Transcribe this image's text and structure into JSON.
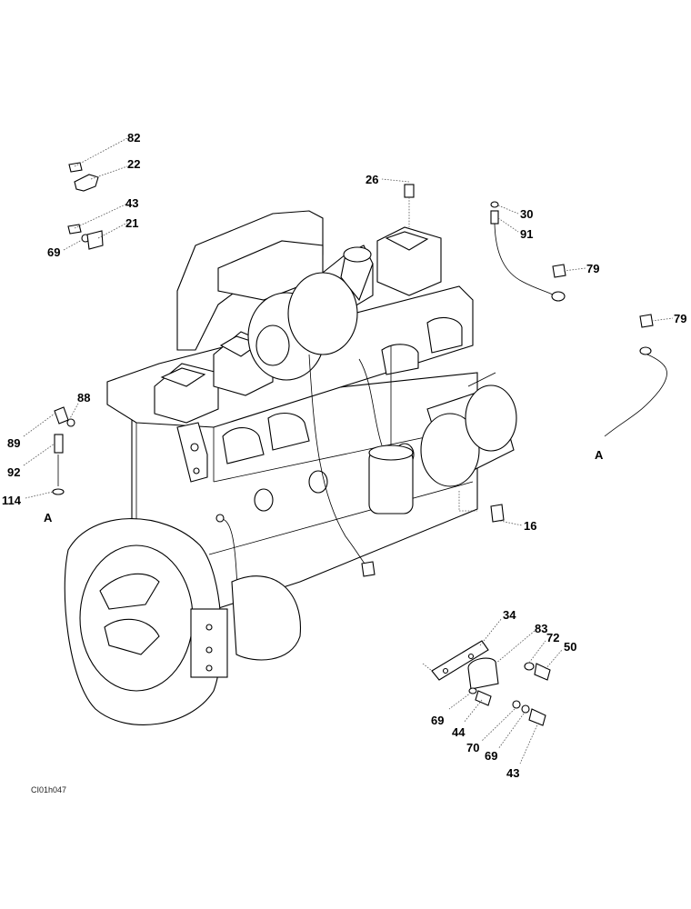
{
  "diagram": {
    "drawing_code": "CI01h047",
    "parts": {
      "p82": "82",
      "p22": "22",
      "p43a": "43",
      "p21": "21",
      "p69a": "69",
      "p26": "26",
      "p30": "30",
      "p91": "91",
      "p79a": "79",
      "p79b": "79",
      "p88": "88",
      "p89": "89",
      "p92": "92",
      "p114": "114",
      "refA_left": "A",
      "refA_right": "A",
      "p16": "16",
      "p34": "34",
      "p83": "83",
      "p72": "72",
      "p50": "50",
      "p69b": "69",
      "p44": "44",
      "p70": "70",
      "p69c": "69",
      "p43b": "43"
    }
  }
}
